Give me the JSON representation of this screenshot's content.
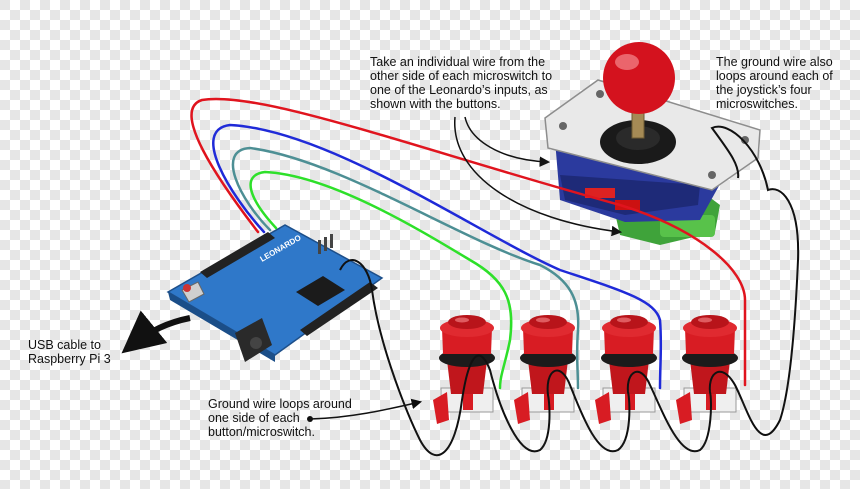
{
  "annotations": {
    "usb_cable": "USB cable to Raspberry Pi 3",
    "joystick_wires": "Take an individual wire from the other side of each microswitch to one of the Leonardo’s inputs, as shown with the buttons.",
    "joystick_ground": "The ground wire also loops around each of the joystick’s four microswitches.",
    "button_ground": "Ground wire loops around one side of each button/microswitch."
  },
  "board": {
    "label": "LEONARDO"
  },
  "colors": {
    "checker_light": "#ffffff",
    "checker_dark": "#e6e6e6",
    "wire_red": "#e0141e",
    "wire_blue": "#1f2ad8",
    "wire_teal": "#4d8f94",
    "wire_green": "#2ee02a",
    "wire_ground": "#111111",
    "board_blue": "#2f78c9",
    "button_red": "#d81c23",
    "joystick_plate": "#e8e8e8",
    "joystick_ball": "#d4121e"
  },
  "icons": [
    "arrow-icon",
    "usb-cable-arrow-icon",
    "joystick-icon",
    "arcade-button-icon",
    "arduino-board-icon"
  ]
}
